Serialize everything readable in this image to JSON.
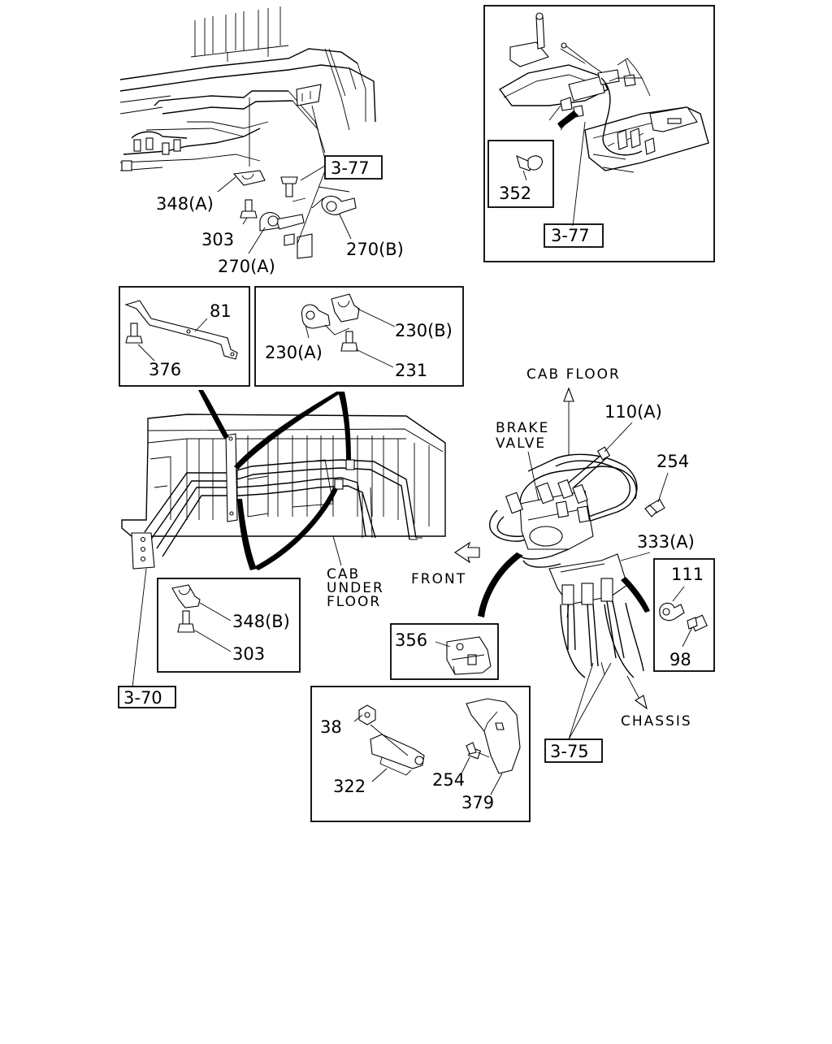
{
  "labels": {
    "l348a": "348(A)",
    "l303a": "303",
    "l270a": "270(A)",
    "l270b": "270(B)",
    "r377a": "3-77",
    "l352": "352",
    "r377b": "3-77",
    "l81": "81",
    "l376": "376",
    "l230a": "230(A)",
    "l230b": "230(B)",
    "l231": "231",
    "cab_floor": "CAB FLOOR",
    "l110a": "110(A)",
    "brake_valve_1": "BRAKE",
    "brake_valve_2": "VALVE",
    "l254a": "254",
    "l333a": "333(A)",
    "l111": "111",
    "l98": "98",
    "front": "FRONT",
    "cab_under_1": "CAB",
    "cab_under_2": "UNDER",
    "cab_under_3": "FLOOR",
    "l348b": "348(B)",
    "l303b": "303",
    "r370": "3-70",
    "l356": "356",
    "chassis": "CHASSIS",
    "r375": "3-75",
    "l38": "38",
    "l322": "322",
    "l254b": "254",
    "l379": "379"
  }
}
